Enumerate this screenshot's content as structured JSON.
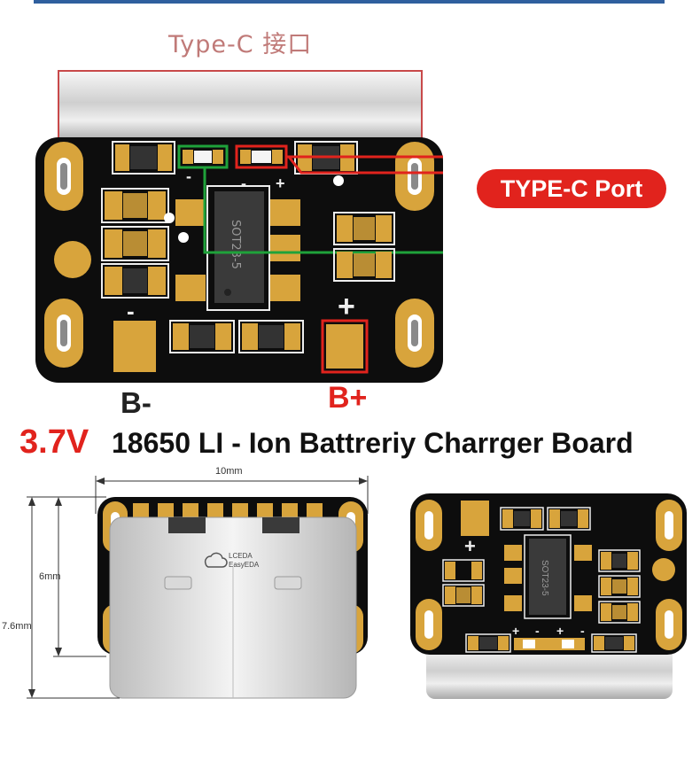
{
  "labels": {
    "type_c_cn": "Type-C 接口",
    "type_c_port": "TYPE-C Port",
    "b_minus": "B-",
    "b_plus": "B+",
    "pad_minus": "-",
    "pad_plus": "+",
    "led_minus": "-",
    "led_plus": "+",
    "chip": "SOT23-5",
    "lceda_line1": "LCEDA",
    "lceda_line2": "EasyEDA"
  },
  "title": {
    "voltage": "3.7V",
    "rest": "18650 LI - Ion Battreriy Charrger Board"
  },
  "dimensions": {
    "width": "10mm",
    "height_inner": "6mm",
    "height_total": "7.6mm"
  },
  "colors": {
    "pcb": "#0d0d0d",
    "gold": "#d8a43c",
    "highlight_red": "#e1231d",
    "highlight_green": "#1fa23a"
  }
}
